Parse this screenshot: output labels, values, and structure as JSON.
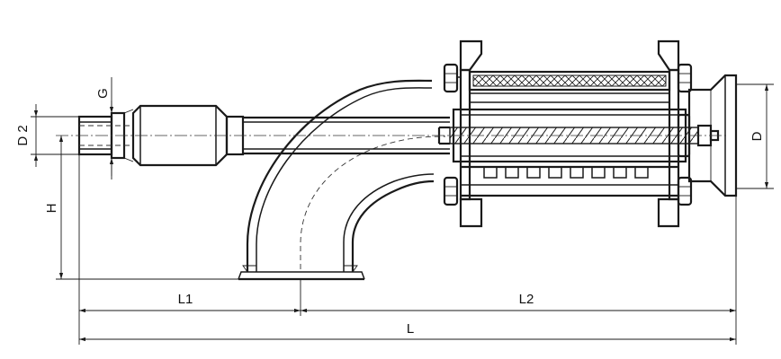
{
  "labels": {
    "g": "G",
    "d2": "D 2",
    "h": "H",
    "d": "D",
    "l1": "L1",
    "l2": "L2",
    "l": "L"
  },
  "colors": {
    "line": "#1a1a1a",
    "background": "#ffffff"
  }
}
